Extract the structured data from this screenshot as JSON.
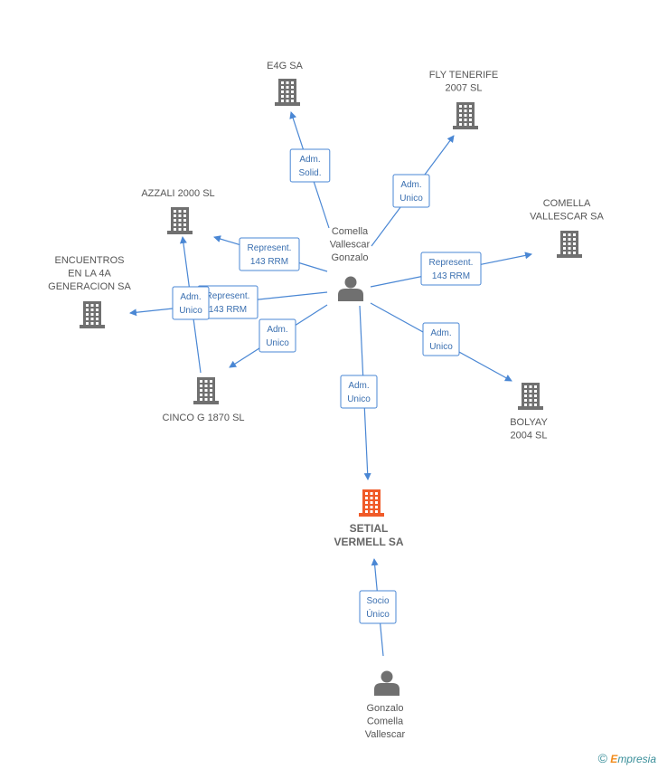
{
  "colors": {
    "building": "#707070",
    "building_focus": "#f05a28",
    "person": "#707070",
    "edge": "#4a87d4",
    "edge_text": "#3a6fb0"
  },
  "nodes": [
    {
      "id": "e4g",
      "type": "company",
      "lines": [
        "E4G SA"
      ]
    },
    {
      "id": "fly",
      "type": "company",
      "lines": [
        "FLY TENERIFE",
        "2007 SL"
      ]
    },
    {
      "id": "comella",
      "type": "company",
      "lines": [
        "COMELLA",
        "VALLESCAR SA"
      ]
    },
    {
      "id": "azzali",
      "type": "company",
      "lines": [
        "AZZALI 2000 SL"
      ]
    },
    {
      "id": "encuentros",
      "type": "company",
      "lines": [
        "ENCUENTROS",
        "EN LA 4A",
        "GENERACION SA"
      ]
    },
    {
      "id": "cinco",
      "type": "company",
      "lines": [
        "CINCO G 1870 SL"
      ]
    },
    {
      "id": "bolyay",
      "type": "company",
      "lines": [
        "BOLYAY",
        "2004 SL"
      ]
    },
    {
      "id": "setial",
      "type": "company_focus",
      "lines": [
        "SETIAL",
        "VERMELL SA"
      ]
    },
    {
      "id": "person_center",
      "type": "person",
      "lines": [
        "Comella",
        "Vallescar",
        "Gonzalo"
      ]
    },
    {
      "id": "person_bottom",
      "type": "person",
      "lines": [
        "Gonzalo",
        "Comella",
        "Vallescar"
      ]
    }
  ],
  "edges": [
    {
      "from": "person_center",
      "to": "e4g",
      "lines": [
        "Adm.",
        "Solid."
      ]
    },
    {
      "from": "person_center",
      "to": "fly",
      "lines": [
        "Adm.",
        "Unico"
      ]
    },
    {
      "from": "person_center",
      "to": "comella",
      "lines": [
        "Represent.",
        "143 RRM"
      ]
    },
    {
      "from": "person_center",
      "to": "azzali",
      "lines": [
        "Represent.",
        "143 RRM"
      ]
    },
    {
      "from": "person_center",
      "to": "encuentros",
      "lines": [
        "Represent.",
        "143 RRM"
      ]
    },
    {
      "from": "cinco",
      "to": "azzali",
      "lines": [
        "Adm.",
        "Unico"
      ]
    },
    {
      "from": "person_center",
      "to": "cinco",
      "lines": [
        "Adm.",
        "Unico"
      ]
    },
    {
      "from": "person_center",
      "to": "bolyay",
      "lines": [
        "Adm.",
        "Unico"
      ]
    },
    {
      "from": "person_center",
      "to": "setial",
      "lines": [
        "Adm.",
        "Unico"
      ]
    },
    {
      "from": "person_bottom",
      "to": "setial",
      "lines": [
        "Socio",
        "Único"
      ]
    }
  ],
  "footer": {
    "copyright": "©",
    "brand_initial": "E",
    "brand_rest": "mpresia"
  }
}
